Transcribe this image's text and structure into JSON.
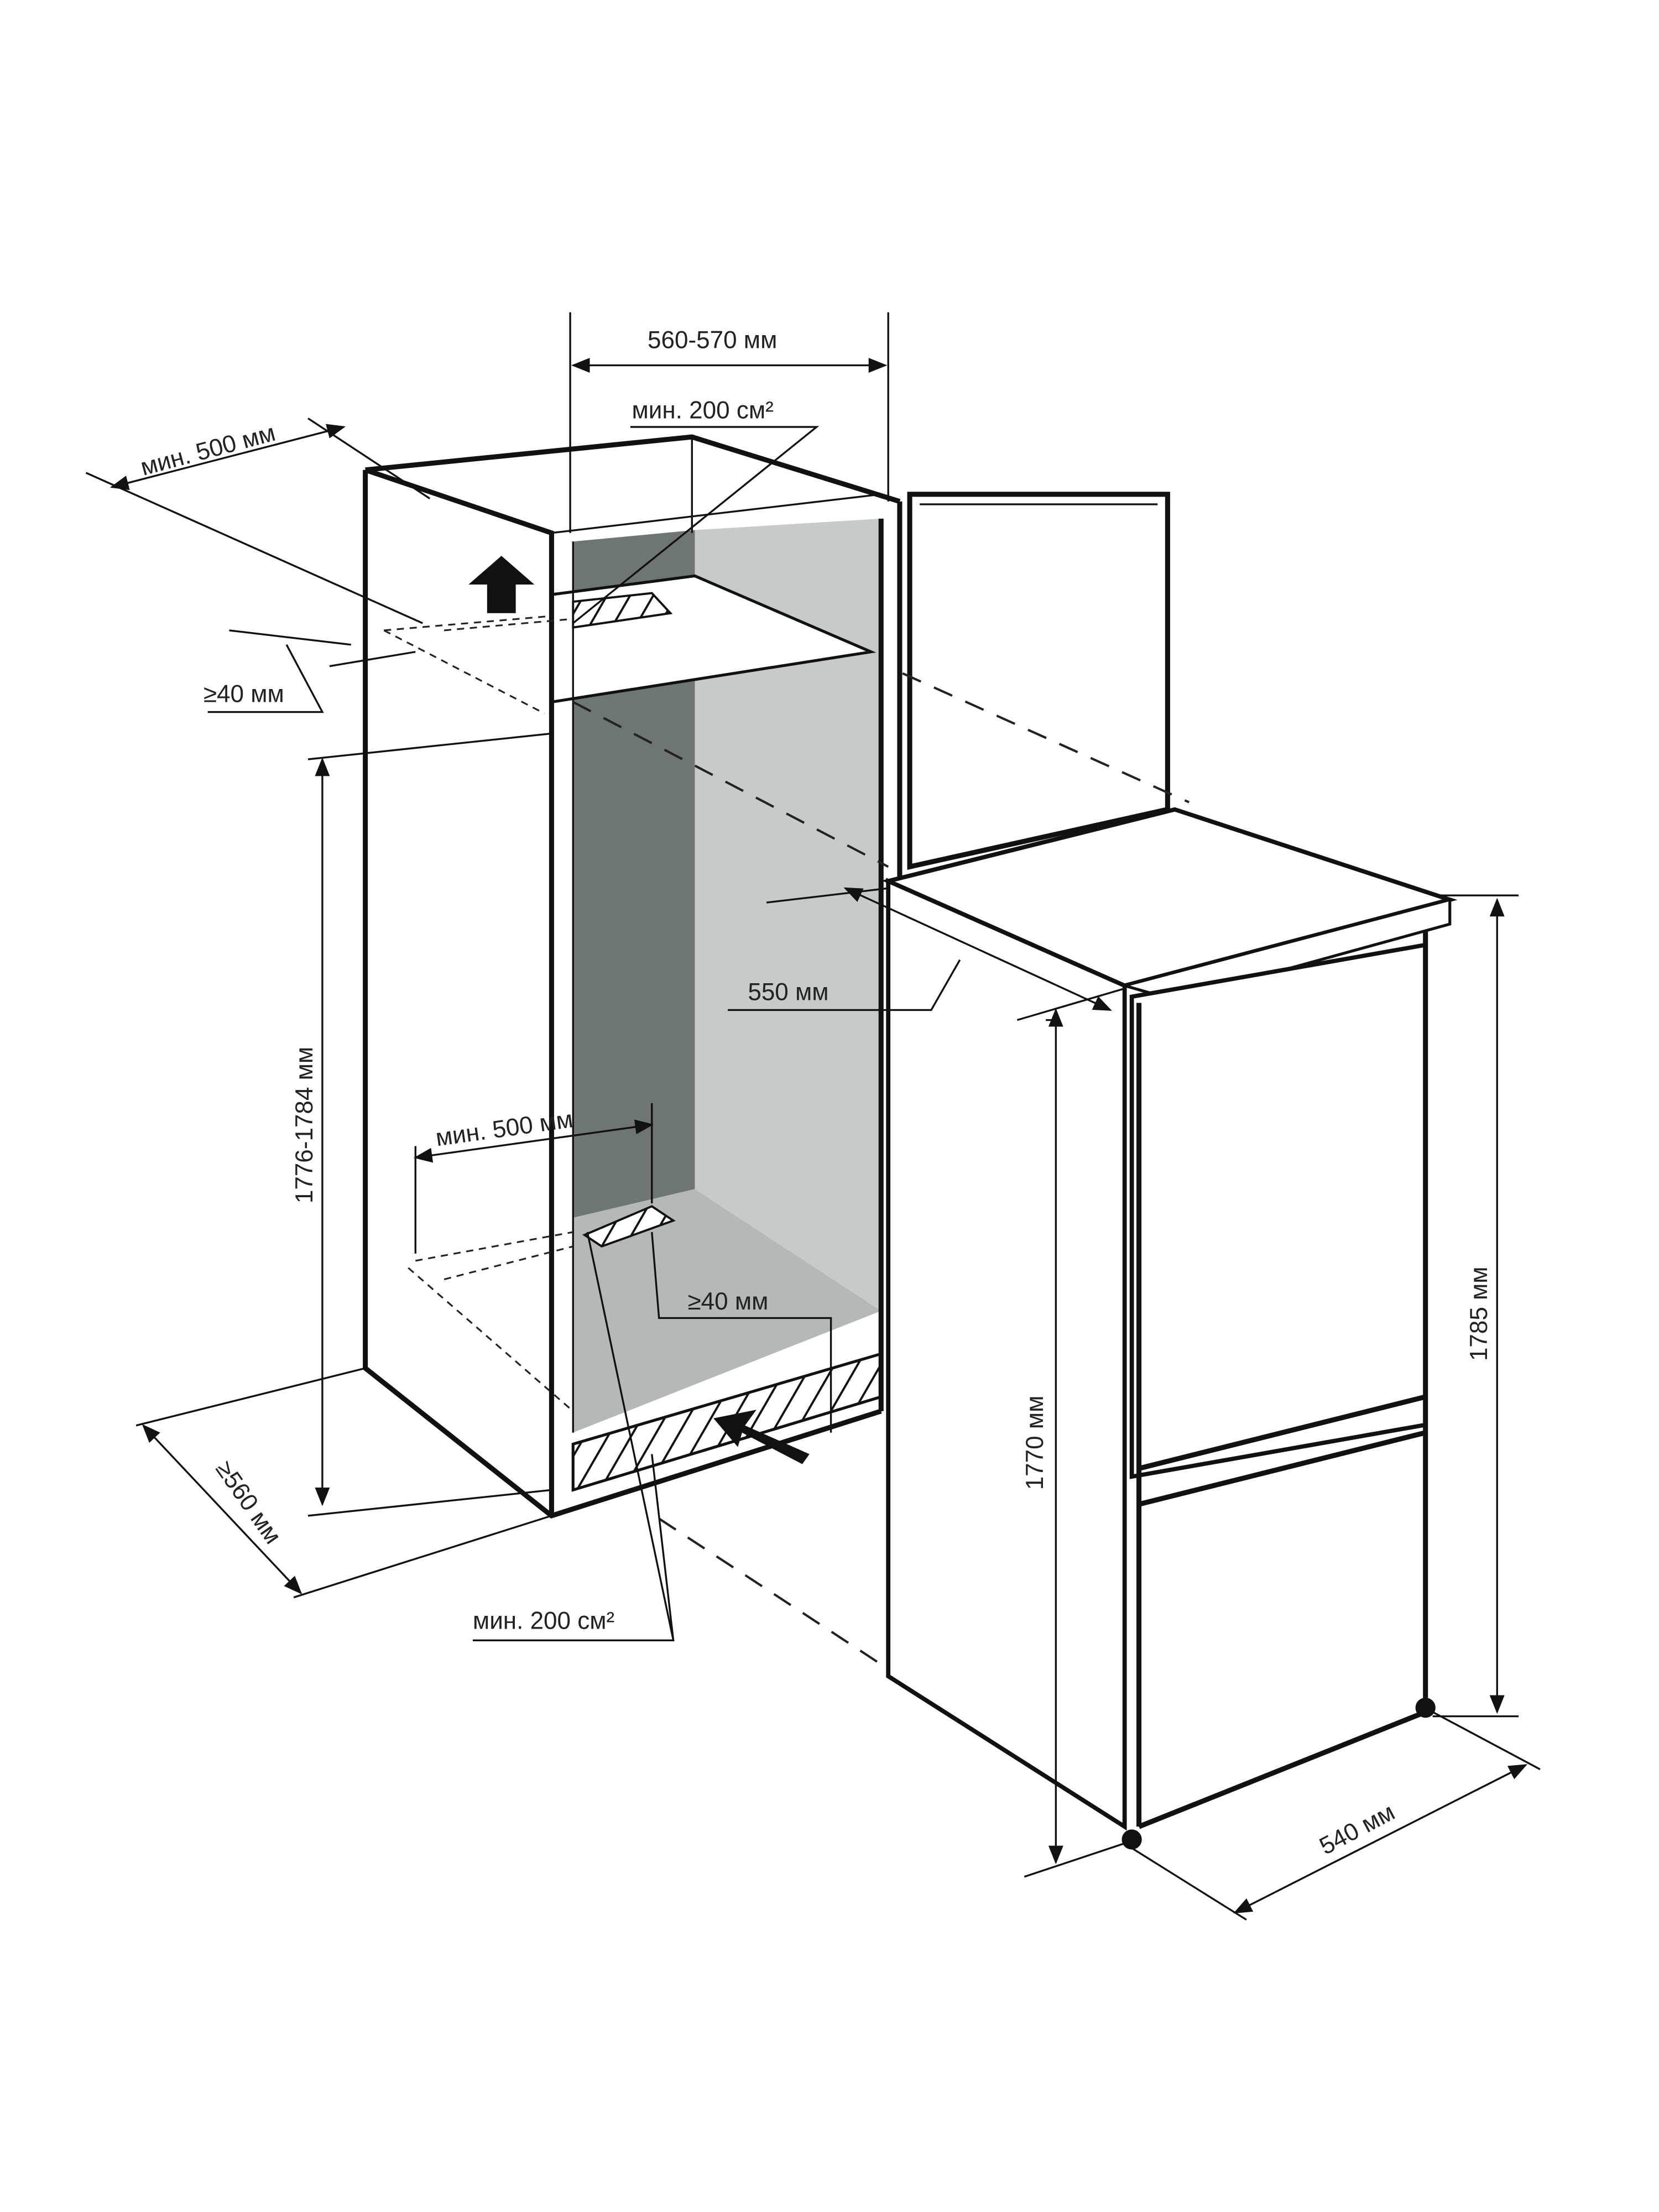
{
  "diagram": {
    "labels": {
      "niche_width": "560-570 мм",
      "top_vent_area": "мин. 200 см²",
      "top_depth": "мин. 500 мм",
      "top_gap": "≥40 мм",
      "niche_height": "1776-1784 мм",
      "door_depth": "550 мм",
      "bottom_depth": "мин. 500 мм",
      "bottom_gap": "≥40 мм",
      "niche_depth": "≥560 мм",
      "bottom_vent_area": "мин. 200 см²",
      "fridge_body_height": "1770 мм",
      "fridge_total_height": "1785 мм",
      "fridge_depth": "540 мм"
    },
    "colors": {
      "inner_dark": "#6e7674",
      "inner_light": "#c6cbc9",
      "floor": "#b3b9b7",
      "line": "#111111"
    }
  }
}
